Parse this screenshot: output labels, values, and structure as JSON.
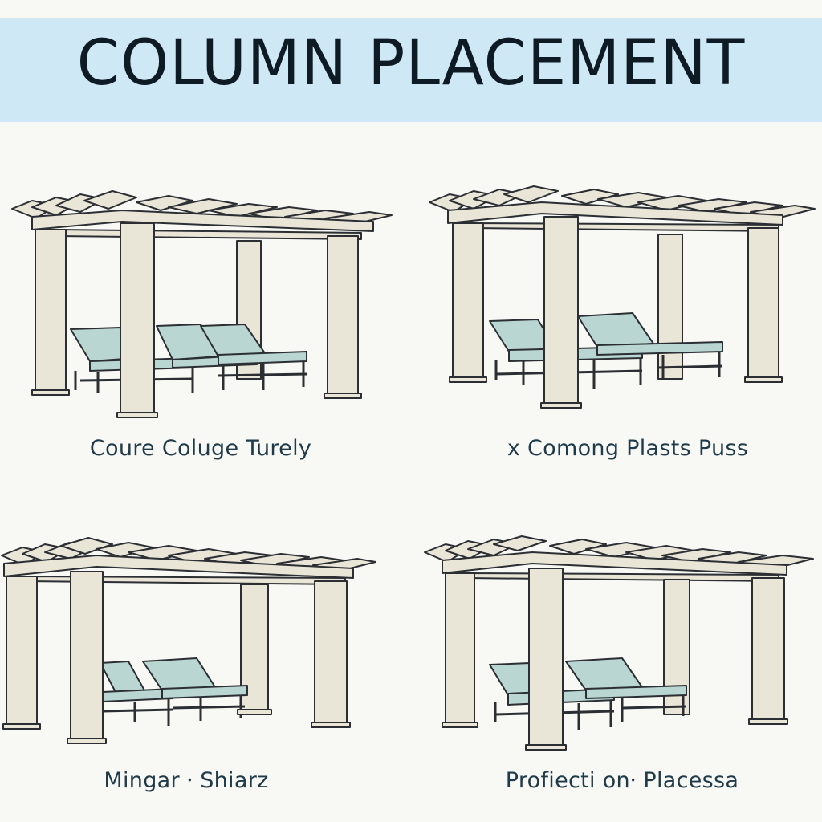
{
  "title": "COLUMN PLACEMENT",
  "panels": [
    {
      "caption": "Coure Coluge Turely"
    },
    {
      "caption": "x Comong Plasts Puss"
    },
    {
      "caption": "Mingar ⸱ Shiarz"
    },
    {
      "caption": "Profiecti on⸱ Placessa"
    }
  ],
  "colors": {
    "banner": "#cfe8f5",
    "background": "#f8f8f4",
    "post": "#e9e6d8",
    "outline": "#2b2f33",
    "cushion": "#b9d6d3",
    "title_text": "#0e1a24",
    "caption_text": "#1f3a48"
  }
}
